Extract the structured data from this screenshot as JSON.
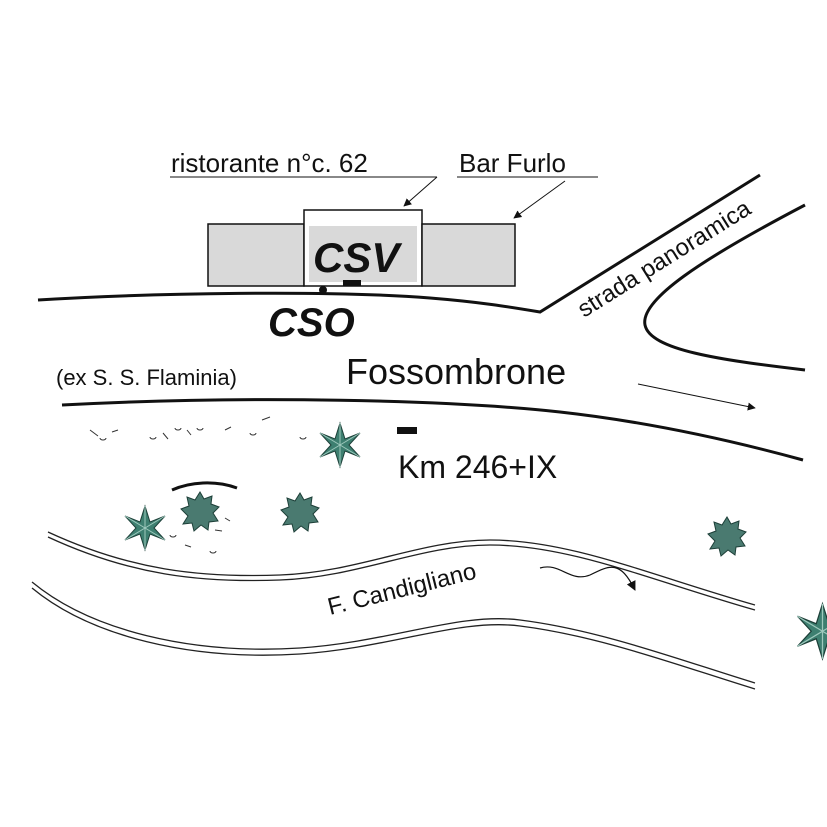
{
  "labels": {
    "ristorante": "ristorante  n°c. 62",
    "bar": "Bar Furlo",
    "csv": "CSV",
    "cso": "CSO",
    "strada": "strada panoramica",
    "flaminia": "(ex S. S. Flaminia)",
    "fossombrone": "Fossombrone",
    "km": "Km 246+IX",
    "fiume": "F. Candigliano"
  },
  "colors": {
    "building_fill": "#d9d9d9",
    "tree_dark": "#2f6b5e",
    "tree_mid": "#3d7f70",
    "ink": "#111111"
  },
  "icons": [
    "tree-icon",
    "shrub-icon",
    "direction-arrow-icon"
  ]
}
